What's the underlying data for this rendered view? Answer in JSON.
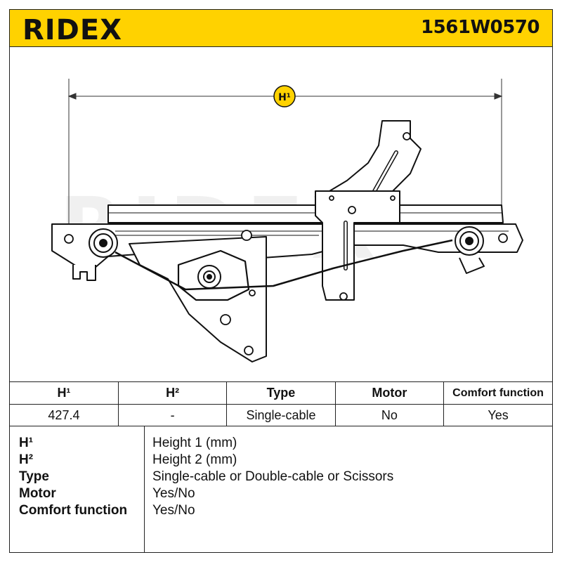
{
  "brand": {
    "name": "RIDEX",
    "color": "#FFD200"
  },
  "part_number": "1561W0570",
  "drawing": {
    "dimension_label": "H¹"
  },
  "spec_table": {
    "headers": [
      "H¹",
      "H²",
      "Type",
      "Motor",
      "Comfort function"
    ],
    "values": [
      "427.4",
      "-",
      "Single-cable",
      "No",
      "Yes"
    ]
  },
  "legend": [
    {
      "key": "H¹",
      "value": "Height 1 (mm)"
    },
    {
      "key": "H²",
      "value": "Height 2 (mm)"
    },
    {
      "key": "Type",
      "value": "Single-cable or Double-cable or Scissors"
    },
    {
      "key": "Motor",
      "value": "Yes/No"
    },
    {
      "key": "Comfort function",
      "value": "Yes/No"
    }
  ]
}
